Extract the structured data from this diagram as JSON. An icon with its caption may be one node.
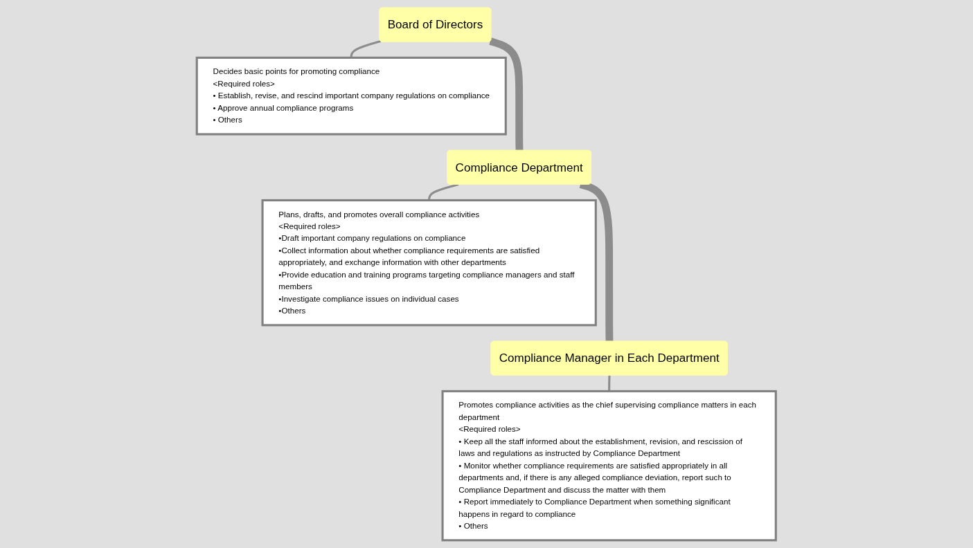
{
  "diagram": {
    "nodes": [
      {
        "text": [
          "Board of Directors"
        ]
      },
      {
        "text": [
          "Decides basic points for promoting compliance",
          "<Required roles>",
          "• Establish, revise, and rescind important company regulations on compliance",
          "• Approve annual compliance programs",
          "• Others"
        ]
      },
      {
        "text": [
          "Compliance Department"
        ]
      },
      {
        "text": [
          "Plans, drafts, and promotes overall compliance activities",
          "<Required roles>",
          "•Draft important company regulations on compliance",
          "•Collect information about whether compliance requirements are satisfied appropriately, and exchange information with other departments",
          "•Provide education and training programs targeting compliance managers and staff members",
          "•Investigate compliance issues on individual cases",
          "•Others"
        ]
      },
      {
        "text": [
          "Compliance Manager in Each Department"
        ]
      },
      {
        "text": [
          "Promotes compliance activities as the chief supervising compliance matters in each department",
          "<Required roles>",
          "• Keep all the staff informed about the establishment, revision, and rescission of laws and regulations as instructed by Compliance Department",
          "• Monitor whether compliance requirements are satisfied appropriately in all departments and, if there is any alleged compliance deviation, report such to Compliance Department and discuss the matter with them",
          "• Report immediately to Compliance Department when something significant happens in regard to compliance",
          "• Others"
        ]
      }
    ],
    "edges": [
      {
        "from": 0,
        "to": 2,
        "arrow": "none",
        "style": "thick"
      },
      {
        "from": 2,
        "to": 4,
        "arrow": "none",
        "style": "thick"
      },
      {
        "from": 0,
        "to": 1,
        "arrow": "none"
      },
      {
        "from": 2,
        "to": 3,
        "arrow": "none"
      },
      {
        "from": 4,
        "to": 5,
        "arrow": "none"
      }
    ]
  }
}
